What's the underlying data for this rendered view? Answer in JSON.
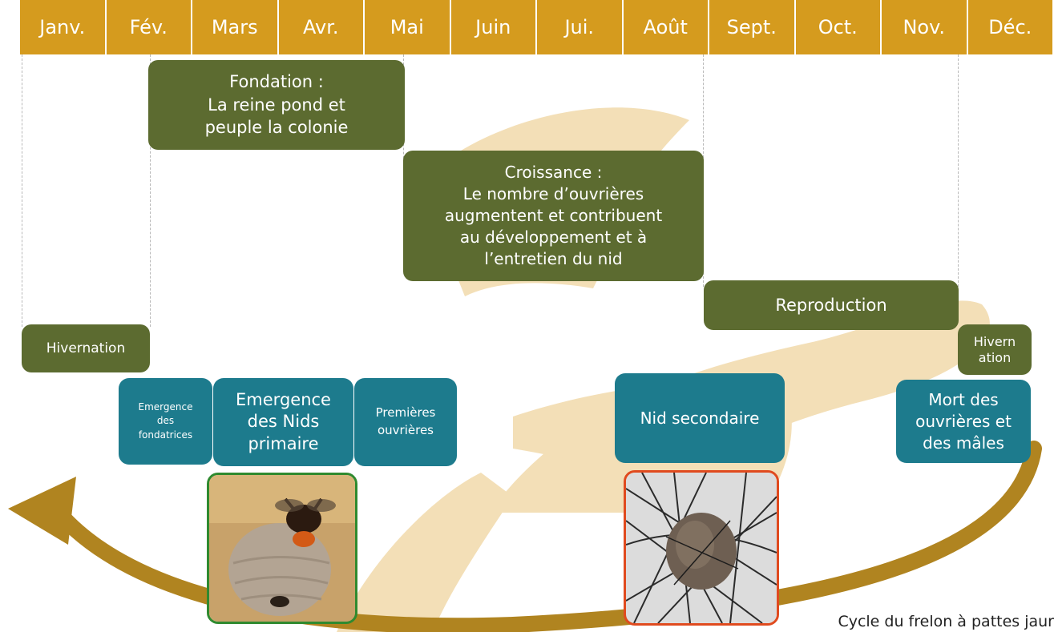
{
  "months": [
    "Janv.",
    "Fév.",
    "Mars",
    "Avr.",
    "Mai",
    "Juin",
    "Jui.",
    "Août",
    "Sept.",
    "Oct.",
    "Nov.",
    "Déc."
  ],
  "phases": {
    "fondation": {
      "title": "Fondation :",
      "line1": "La reine pond et",
      "line2": "peuple la colonie"
    },
    "croissance": {
      "title": "Croissance :",
      "line1": "Le nombre d’ouvrières",
      "line2": "augmentent et contribuent",
      "line3": "au développement et à",
      "line4": "l’entretien du nid"
    },
    "reproduction": "Reproduction",
    "hivernation_start": "Hivernation",
    "hivernation_end": "Hivern\nation"
  },
  "events": {
    "emergence_fondatrices": "Emergence\ndes\nfondatrices",
    "emergence_nids": "Emergence\ndes Nids\nprimaire",
    "premieres_ouvrieres": "Premières\nouvrières",
    "nid_secondaire": "Nid secondaire",
    "mort": "Mort des\nouvrières et\ndes mâles"
  },
  "photos": {
    "primary_nest_icon": "primary-nest-photo-icon",
    "secondary_nest_icon": "secondary-nest-photo-icon",
    "primary_border": "#2f8a2f",
    "secondary_border": "#e04a1e"
  },
  "colors": {
    "month_bar": "#d59b1e",
    "phase_green": "#5c6b30",
    "event_teal": "#1d7b8d",
    "arrow": "#b08420",
    "hornet_silhouette": "#f3dfb7"
  },
  "caption": "Cycle du frelon à pattes jaur"
}
